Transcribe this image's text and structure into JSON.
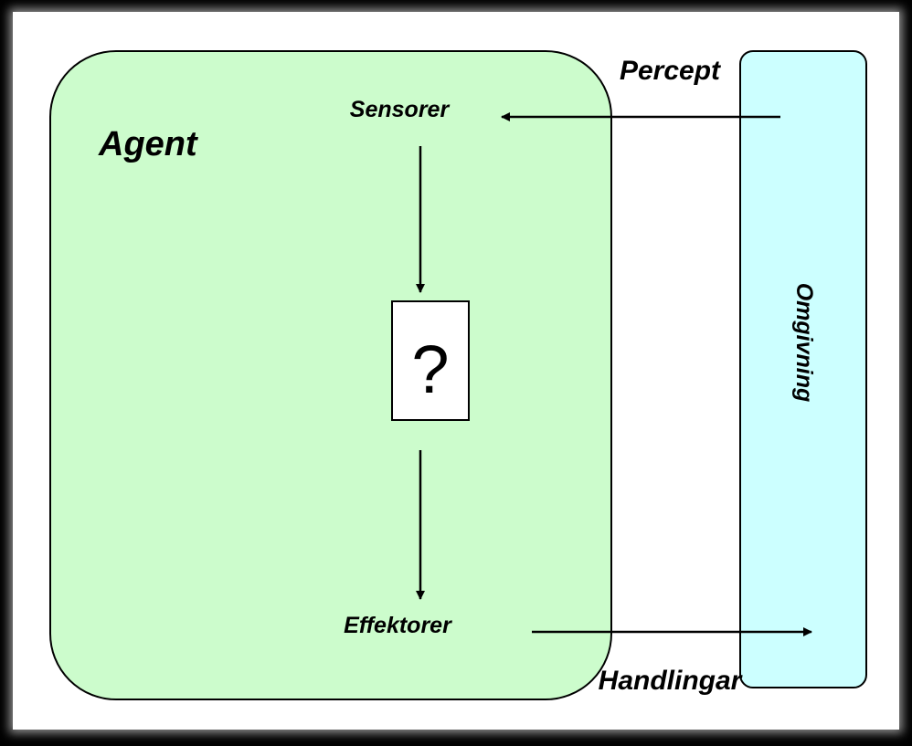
{
  "diagram": {
    "agent_label": "Agent",
    "sensors_label": "Sensorer",
    "effectors_label": "Effektorer",
    "unknown_symbol": "?",
    "environment_label": "Omgivning",
    "percept_label": "Percept",
    "actions_label": "Handlingar"
  },
  "colors": {
    "agent_fill": "#ccfccc",
    "environment_fill": "#ccffff",
    "frame_background": "#000000",
    "canvas_background": "#ffffff"
  }
}
